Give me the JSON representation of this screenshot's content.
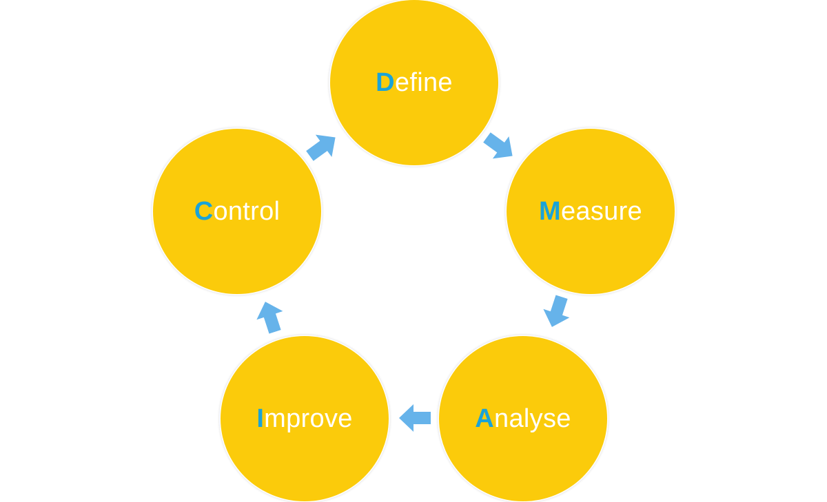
{
  "diagram": {
    "stages": [
      {
        "initial": "D",
        "rest": "efine"
      },
      {
        "initial": "M",
        "rest": "easure"
      },
      {
        "initial": "A",
        "rest": "nalyse"
      },
      {
        "initial": "I",
        "rest": "mprove"
      },
      {
        "initial": "C",
        "rest": "ontrol"
      }
    ],
    "colors": {
      "circle_fill": "#fbcb0b",
      "initial_letter": "#1aa3d8",
      "label_text": "#ffffff",
      "arrow_fill": "#66b3ea"
    },
    "connector_icon": "block-arrow-icon"
  }
}
